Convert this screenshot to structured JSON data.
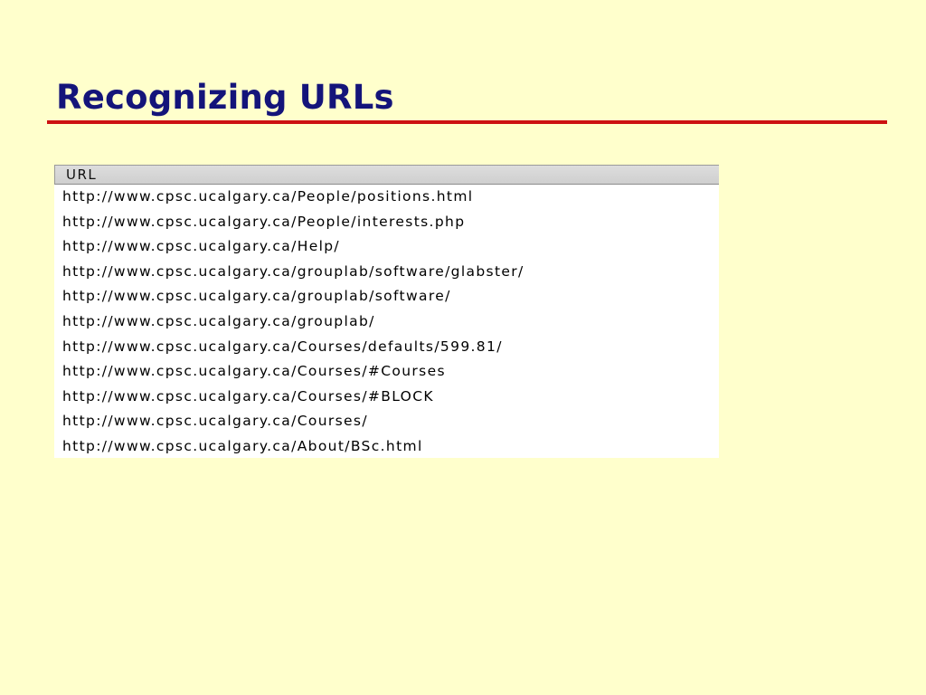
{
  "slide": {
    "title": "Recognizing URLs"
  },
  "url_table": {
    "header": "URL",
    "rows": [
      "http://www.cpsc.ucalgary.ca/People/positions.html",
      "http://www.cpsc.ucalgary.ca/People/interests.php",
      "http://www.cpsc.ucalgary.ca/Help/",
      "http://www.cpsc.ucalgary.ca/grouplab/software/glabster/",
      "http://www.cpsc.ucalgary.ca/grouplab/software/",
      "http://www.cpsc.ucalgary.ca/grouplab/",
      "http://www.cpsc.ucalgary.ca/Courses/defaults/599.81/",
      "http://www.cpsc.ucalgary.ca/Courses/#Courses",
      "http://www.cpsc.ucalgary.ca/Courses/#BLOCK",
      "http://www.cpsc.ucalgary.ca/Courses/",
      "http://www.cpsc.ucalgary.ca/About/BSc.html"
    ]
  },
  "colors": {
    "background": "#FFFFCC",
    "title": "#14147A",
    "rule": "#CC1111"
  }
}
